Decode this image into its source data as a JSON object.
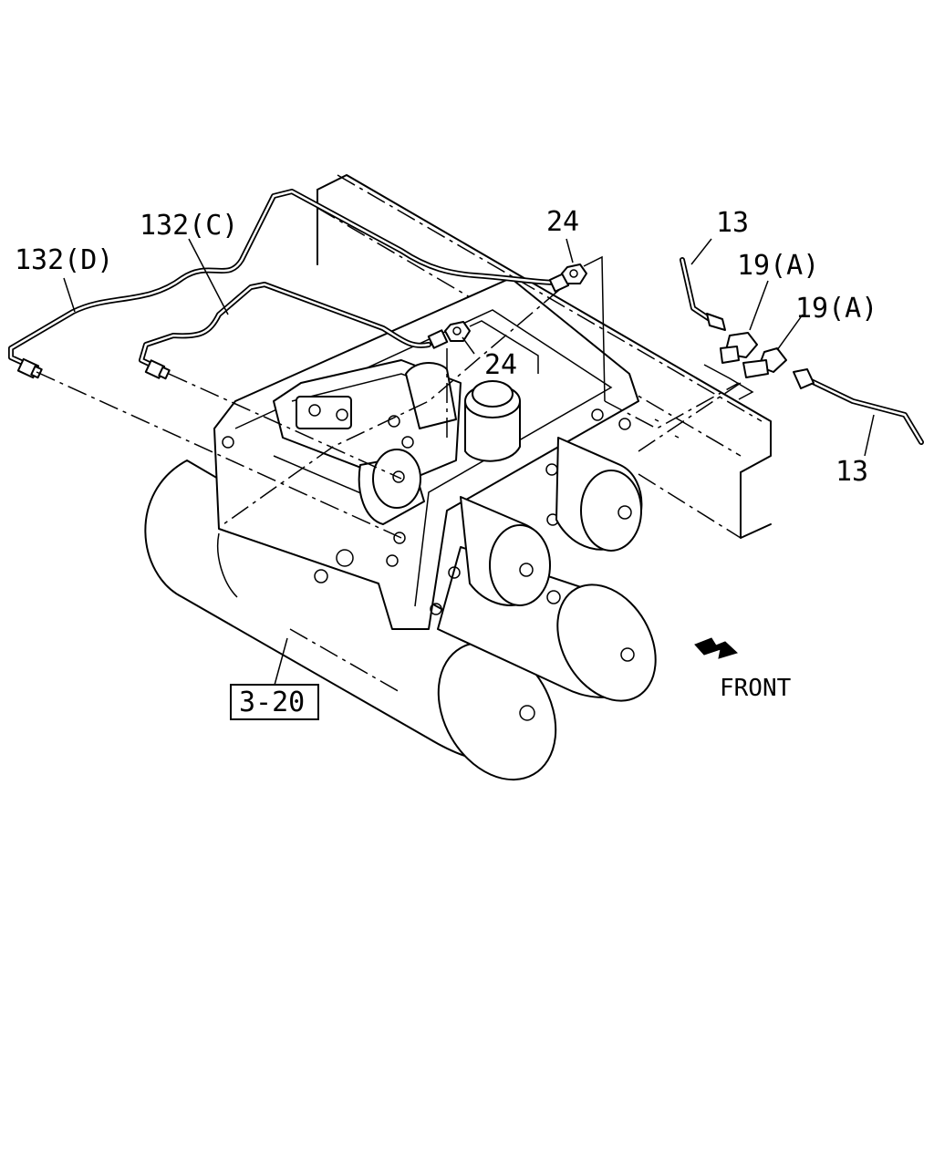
{
  "labels": {
    "pipe_d": "132(D)",
    "pipe_c": "132(C)",
    "nut_top": "24",
    "nut_mid": "24",
    "pipe_13_top": "13",
    "pipe_13_bottom": "13",
    "connector_a1": "19(A)",
    "connector_a2": "19(A)",
    "reference": "3-20",
    "front": "FRONT"
  }
}
